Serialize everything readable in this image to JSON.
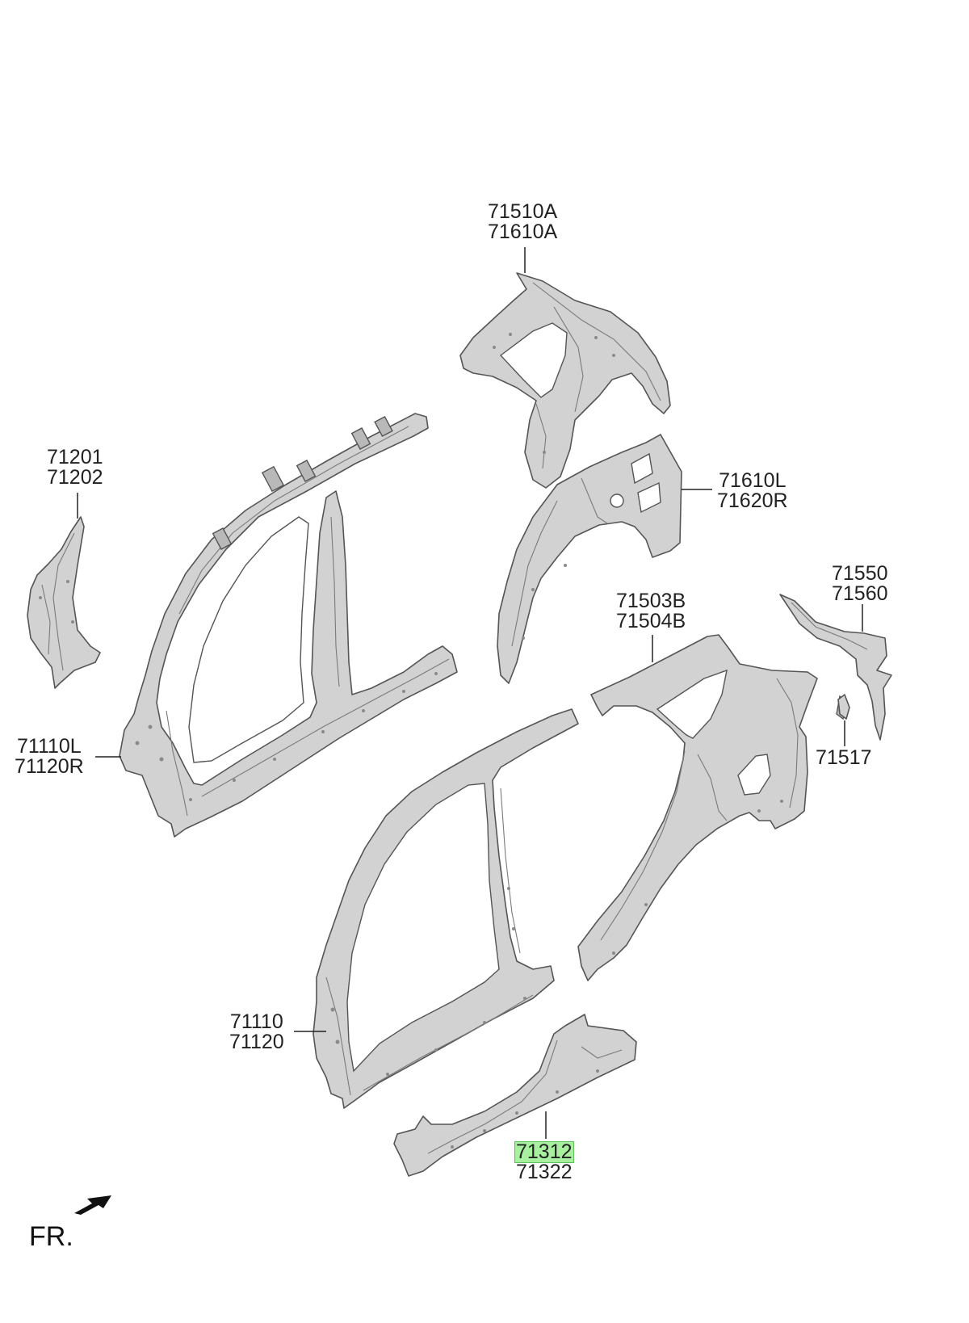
{
  "colors": {
    "part_fill": "#d2d2d2",
    "part_outline": "#555555",
    "leader_line": "#222222",
    "highlight": "#a8f0a0"
  },
  "callouts": [
    {
      "id": "c1",
      "codes": [
        "71510A",
        "71610A"
      ]
    },
    {
      "id": "c2",
      "codes": [
        "71201",
        "71202"
      ]
    },
    {
      "id": "c3",
      "codes": [
        "71610L",
        "71620R"
      ]
    },
    {
      "id": "c4",
      "codes": [
        "71550",
        "71560"
      ]
    },
    {
      "id": "c5",
      "codes": [
        "71503B",
        "71504B"
      ]
    },
    {
      "id": "c6",
      "codes": [
        "71517"
      ]
    },
    {
      "id": "c7",
      "codes": [
        "71110L",
        "71120R"
      ]
    },
    {
      "id": "c8",
      "codes": [
        "71110",
        "71120"
      ]
    },
    {
      "id": "c9",
      "codes": [
        "71312",
        "71322"
      ],
      "highlighted": "71312"
    }
  ],
  "orientation": {
    "label": "FR.",
    "icon": "front-direction-arrow-icon"
  }
}
